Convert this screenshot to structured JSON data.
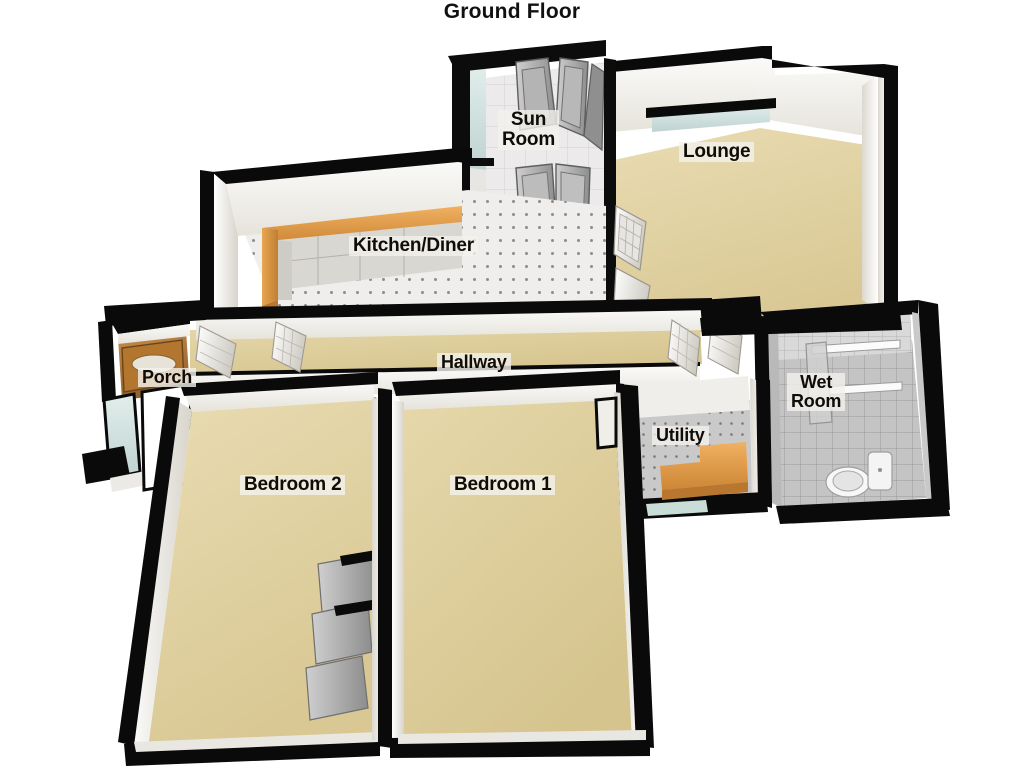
{
  "title": "Ground Floor",
  "plan": {
    "type": "3d-isometric-floorplan",
    "view": "cutaway-top-down-perspective",
    "background": "#ffffff",
    "palette": {
      "wall_top": "#0a0a0a",
      "wall_face_light": "#ffffff",
      "wall_face_shade": "#d9d6ce",
      "wall_face_dark": "#b9b5ab",
      "carpet_beige": "#e4d5a6",
      "carpet_beige_dark": "#d6c591",
      "tile_white": "#ececec",
      "tile_grey": "#bdbdbd",
      "tile_grey_dark": "#9b9b9b",
      "counter_orange": "#e6a04a",
      "counter_orange_dark": "#c9823a",
      "porch_wood": "#b07a3c",
      "glass_pane": "#cfe0de",
      "door_white": "#f2f1ee",
      "door_grey": "#9e9e9e",
      "label_chip": "#f3f1ec",
      "label_text": "#100d08"
    },
    "rooms": [
      {
        "id": "lounge",
        "label": "Lounge",
        "floor": "carpet_beige",
        "notes": "large room upper right, bay/window recess on top wall, french doors on left wall into sun room"
      },
      {
        "id": "sun-room",
        "label": "Sun\nRoom",
        "label_lines": [
          "Sun",
          "Room"
        ],
        "floor": "tile_white",
        "notes": "top centre conservatory with grey glazed panel doors on two sides"
      },
      {
        "id": "kitchen-diner",
        "label": "Kitchen/Diner",
        "floor": "tile_white",
        "notes": "L-shaped orange worktop run along top and left walls, dotted tile floor"
      },
      {
        "id": "hallway",
        "label": "Hallway",
        "floor": "carpet_beige",
        "notes": "long central corridor spanning full width, doors to every room"
      },
      {
        "id": "porch",
        "label": "Porch",
        "floor": "porch_wood",
        "notes": "small far-left entry with external door and side glazing"
      },
      {
        "id": "wet-room",
        "label": "Wet\nRoom",
        "label_lines": [
          "Wet",
          "Room"
        ],
        "floor": "tile_grey",
        "notes": "grey fully tiled room on right with toilet and cistern, shower screen rails"
      },
      {
        "id": "utility",
        "label": "Utility",
        "floor": "tile_grey",
        "notes": "small room right of hallway, orange counter along bottom, dotted tile floor"
      },
      {
        "id": "bedroom-2",
        "label": "Bedroom 2",
        "floor": "carpet_beige",
        "notes": "lower left bedroom with run of sliding wardrobe doors on right wall"
      },
      {
        "id": "bedroom-1",
        "label": "Bedroom 1",
        "floor": "carpet_beige",
        "notes": "lower centre bedroom, door from hallway top-left"
      }
    ],
    "fixtures": [
      {
        "id": "kitchen-worktop",
        "room": "kitchen-diner",
        "color": "counter_orange"
      },
      {
        "id": "utility-worktop",
        "room": "utility",
        "color": "counter_orange"
      },
      {
        "id": "toilet",
        "room": "wet-room",
        "color": "tile_white"
      },
      {
        "id": "wardrobe-doors",
        "room": "bedroom-2",
        "color": "door_grey"
      },
      {
        "id": "sun-room-glazed-doors",
        "room": "sun-room",
        "color": "door_grey"
      },
      {
        "id": "lounge-french-doors",
        "room": "lounge",
        "color": "door_white"
      },
      {
        "id": "porch-entry-door",
        "room": "porch",
        "color": "porch_wood"
      }
    ]
  }
}
